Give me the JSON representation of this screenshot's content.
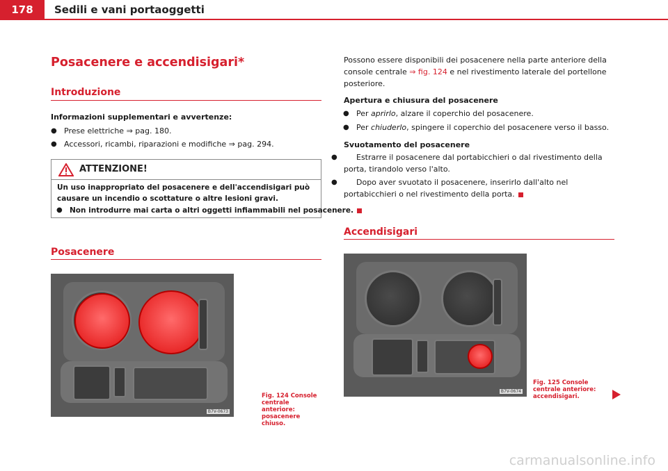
{
  "header": {
    "page_number": "178",
    "title": "Sedili e vani portaoggetti"
  },
  "left": {
    "heading": "Posacenere e accendisigari*",
    "intro_heading": "Introduzione",
    "info_label": "Informazioni supplementari e avvertenze:",
    "info_items": [
      "Prese elettriche ⇒ pag. 180.",
      "Accessori, ricambi, riparazioni e modifiche ⇒ pag. 294."
    ],
    "warning": {
      "title": "ATTENZIONE!",
      "text": "Un uso inappropriato del posacenere e dell'accendisigari può causare un incendio o scottature o altre lesioni gravi.",
      "bullet": "Non introdurre mai carta o altri oggetti infiammabili nel posacenere."
    },
    "posacenere_heading": "Posacenere",
    "fig124": {
      "code": "B7V-0673",
      "caption": "Fig. 124   Console centrale anteriore: posacenere chiuso."
    }
  },
  "right": {
    "para_start": "Possono essere disponibili dei posacenere nella parte anteriore della console centrale",
    "para_link": "⇒ fig. 124",
    "para_end": "e nel rivestimento laterale del portellone posteriore.",
    "open_close_heading": "Apertura e chiusura del posacenere",
    "open": {
      "pre": "Per",
      "em": "aprirlo",
      "post": ", alzare il coperchio del posacenere."
    },
    "close": {
      "pre": "Per",
      "em": "chiuderlo",
      "post": ", spingere il coperchio del posacenere verso il basso."
    },
    "empty_heading": "Svuotamento del posacenere",
    "empty_items": [
      "Estrarre il posacenere dal portabicchieri o dal rivestimento della porta, tirandolo verso l'alto.",
      "Dopo aver svuotato il posacenere, inserirlo dall'alto nel portabicchieri o nel rivestimento della porta."
    ],
    "accendisigari_heading": "Accendisigari",
    "fig125": {
      "code": "B7V-0674",
      "caption": "Fig. 125   Console centrale anteriore: accendisigari."
    }
  },
  "watermark": "carmanualsonline.info",
  "colors": {
    "accent": "#d6202e"
  }
}
